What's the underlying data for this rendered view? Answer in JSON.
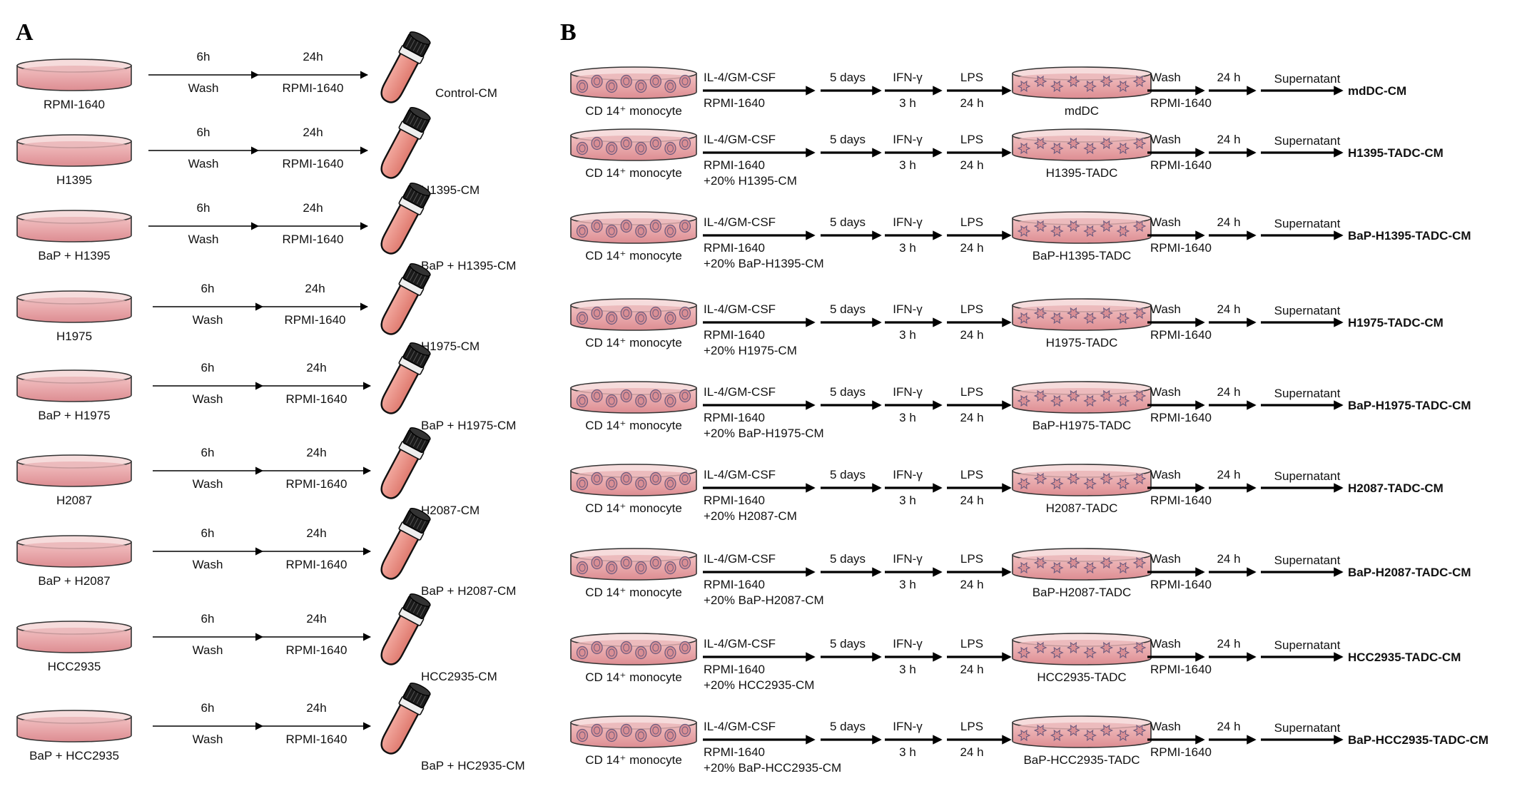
{
  "panel_a_label": "A",
  "panel_b_label": "B",
  "panel_a_rows": [
    {
      "dish": "RPMI-1640",
      "step1": "6h",
      "step1_below": "Wash",
      "step2": "24h",
      "step2_below": "RPMI-1640",
      "product": "Control-CM"
    },
    {
      "dish": "H1395",
      "step1": "6h",
      "step1_below": "Wash",
      "step2": "24h",
      "step2_below": "RPMI-1640",
      "product": "H1395-CM"
    },
    {
      "dish": "BaP + H1395",
      "step1": "6h",
      "step1_below": "Wash",
      "step2": "24h",
      "step2_below": "RPMI-1640",
      "product": "BaP + H1395-CM"
    },
    {
      "dish": "H1975",
      "step1": "6h",
      "step1_below": "Wash",
      "step2": "24h",
      "step2_below": "RPMI-1640",
      "product": "H1975-CM"
    },
    {
      "dish": "BaP + H1975",
      "step1": "6h",
      "step1_below": "Wash",
      "step2": "24h",
      "step2_below": "RPMI-1640",
      "product": "BaP + H1975-CM"
    },
    {
      "dish": "H2087",
      "step1": "6h",
      "step1_below": "Wash",
      "step2": "24h",
      "step2_below": "RPMI-1640",
      "product": "H2087-CM"
    },
    {
      "dish": "BaP + H2087",
      "step1": "6h",
      "step1_below": "Wash",
      "step2": "24h",
      "step2_below": "RPMI-1640",
      "product": "BaP + H2087-CM"
    },
    {
      "dish": "HCC2935",
      "step1": "6h",
      "step1_below": "Wash",
      "step2": "24h",
      "step2_below": "RPMI-1640",
      "product": "HCC2935-CM"
    },
    {
      "dish": "BaP + HCC2935",
      "step1": "6h",
      "step1_below": "Wash",
      "step2": "24h",
      "step2_below": "RPMI-1640",
      "product": "BaP + HC2935-CM"
    }
  ],
  "panel_b_rows": [
    {
      "monocyte": "CD 14⁺ monocyte",
      "treat_above": "IL-4/GM-CSF",
      "treat_below": [
        "RPMI-1640"
      ],
      "days": "5 days",
      "ifn": "IFN-γ",
      "ifn_below": "3 h",
      "lps": "LPS",
      "lps_below": "24 h",
      "dc": "mdDC",
      "wash": "Wash",
      "wash_below": "RPMI-1640",
      "hours": "24 h",
      "supernatant": "Supernatant",
      "product": "mdDC-CM"
    },
    {
      "monocyte": "CD 14⁺ monocyte",
      "treat_above": "IL-4/GM-CSF",
      "treat_below": [
        "RPMI-1640",
        "+20% H1395-CM"
      ],
      "days": "5 days",
      "ifn": "IFN-γ",
      "ifn_below": "3 h",
      "lps": "LPS",
      "lps_below": "24 h",
      "dc": "H1395-TADC",
      "wash": "Wash",
      "wash_below": "RPMI-1640",
      "hours": "24 h",
      "supernatant": "Supernatant",
      "product": "H1395-TADC-CM"
    },
    {
      "monocyte": "CD 14⁺ monocyte",
      "treat_above": "IL-4/GM-CSF",
      "treat_below": [
        "RPMI-1640",
        "+20% BaP-H1395-CM"
      ],
      "days": "5 days",
      "ifn": "IFN-γ",
      "ifn_below": "3 h",
      "lps": "LPS",
      "lps_below": "24 h",
      "dc": "BaP-H1395-TADC",
      "wash": "Wash",
      "wash_below": "RPMI-1640",
      "hours": "24 h",
      "supernatant": "Supernatant",
      "product": "BaP-H1395-TADC-CM"
    },
    {
      "monocyte": "CD 14⁺ monocyte",
      "treat_above": "IL-4/GM-CSF",
      "treat_below": [
        "RPMI-1640",
        "+20% H1975-CM"
      ],
      "days": "5 days",
      "ifn": "IFN-γ",
      "ifn_below": "3 h",
      "lps": "LPS",
      "lps_below": "24 h",
      "dc": "H1975-TADC",
      "wash": "Wash",
      "wash_below": "RPMI-1640",
      "hours": "24 h",
      "supernatant": "Supernatant",
      "product": "H1975-TADC-CM"
    },
    {
      "monocyte": "CD 14⁺ monocyte",
      "treat_above": "IL-4/GM-CSF",
      "treat_below": [
        "RPMI-1640",
        "+20% BaP-H1975-CM"
      ],
      "days": "5 days",
      "ifn": "IFN-γ",
      "ifn_below": "3 h",
      "lps": "LPS",
      "lps_below": "24 h",
      "dc": "BaP-H1975-TADC",
      "wash": "Wash",
      "wash_below": "RPMI-1640",
      "hours": "24 h",
      "supernatant": "Supernatant",
      "product": "BaP-H1975-TADC-CM"
    },
    {
      "monocyte": "CD 14⁺ monocyte",
      "treat_above": "IL-4/GM-CSF",
      "treat_below": [
        "RPMI-1640",
        "+20% H2087-CM"
      ],
      "days": "5 days",
      "ifn": "IFN-γ",
      "ifn_below": "3 h",
      "lps": "LPS",
      "lps_below": "24 h",
      "dc": "H2087-TADC",
      "wash": "Wash",
      "wash_below": "RPMI-1640",
      "hours": "24 h",
      "supernatant": "Supernatant",
      "product": "H2087-TADC-CM"
    },
    {
      "monocyte": "CD 14⁺ monocyte",
      "treat_above": "IL-4/GM-CSF",
      "treat_below": [
        "RPMI-1640",
        "+20% BaP-H2087-CM"
      ],
      "days": "5 days",
      "ifn": "IFN-γ",
      "ifn_below": "3 h",
      "lps": "LPS",
      "lps_below": "24 h",
      "dc": "BaP-H2087-TADC",
      "wash": "Wash",
      "wash_below": "RPMI-1640",
      "hours": "24 h",
      "supernatant": "Supernatant",
      "product": "BaP-H2087-TADC-CM"
    },
    {
      "monocyte": "CD 14⁺ monocyte",
      "treat_above": "IL-4/GM-CSF",
      "treat_below": [
        "RPMI-1640",
        "+20% HCC2935-CM"
      ],
      "days": "5 days",
      "ifn": "IFN-γ",
      "ifn_below": "3 h",
      "lps": "LPS",
      "lps_below": "24 h",
      "dc": "HCC2935-TADC",
      "wash": "Wash",
      "wash_below": "RPMI-1640",
      "hours": "24 h",
      "supernatant": "Supernatant",
      "product": "HCC2935-TADC-CM"
    },
    {
      "monocyte": "CD 14⁺ monocyte",
      "treat_above": "IL-4/GM-CSF",
      "treat_below": [
        "RPMI-1640",
        "+20% BaP-HCC2935-CM"
      ],
      "days": "5 days",
      "ifn": "IFN-γ",
      "ifn_below": "3 h",
      "lps": "LPS",
      "lps_below": "24 h",
      "dc": "BaP-HCC2935-TADC",
      "wash": "Wash",
      "wash_below": "RPMI-1640",
      "hours": "24 h",
      "supernatant": "Supernatant",
      "product": "BaP-HCC2935-TADC-CM"
    }
  ],
  "colors": {
    "dish_fill": "#e8a3a6",
    "dish_stroke": "#333333",
    "tube_body": "#e98a80",
    "tube_cap": "#1a1a1a",
    "cell_fill": "#d98f95",
    "cell_stroke": "#6b5a7e",
    "arrow": "#000000"
  }
}
